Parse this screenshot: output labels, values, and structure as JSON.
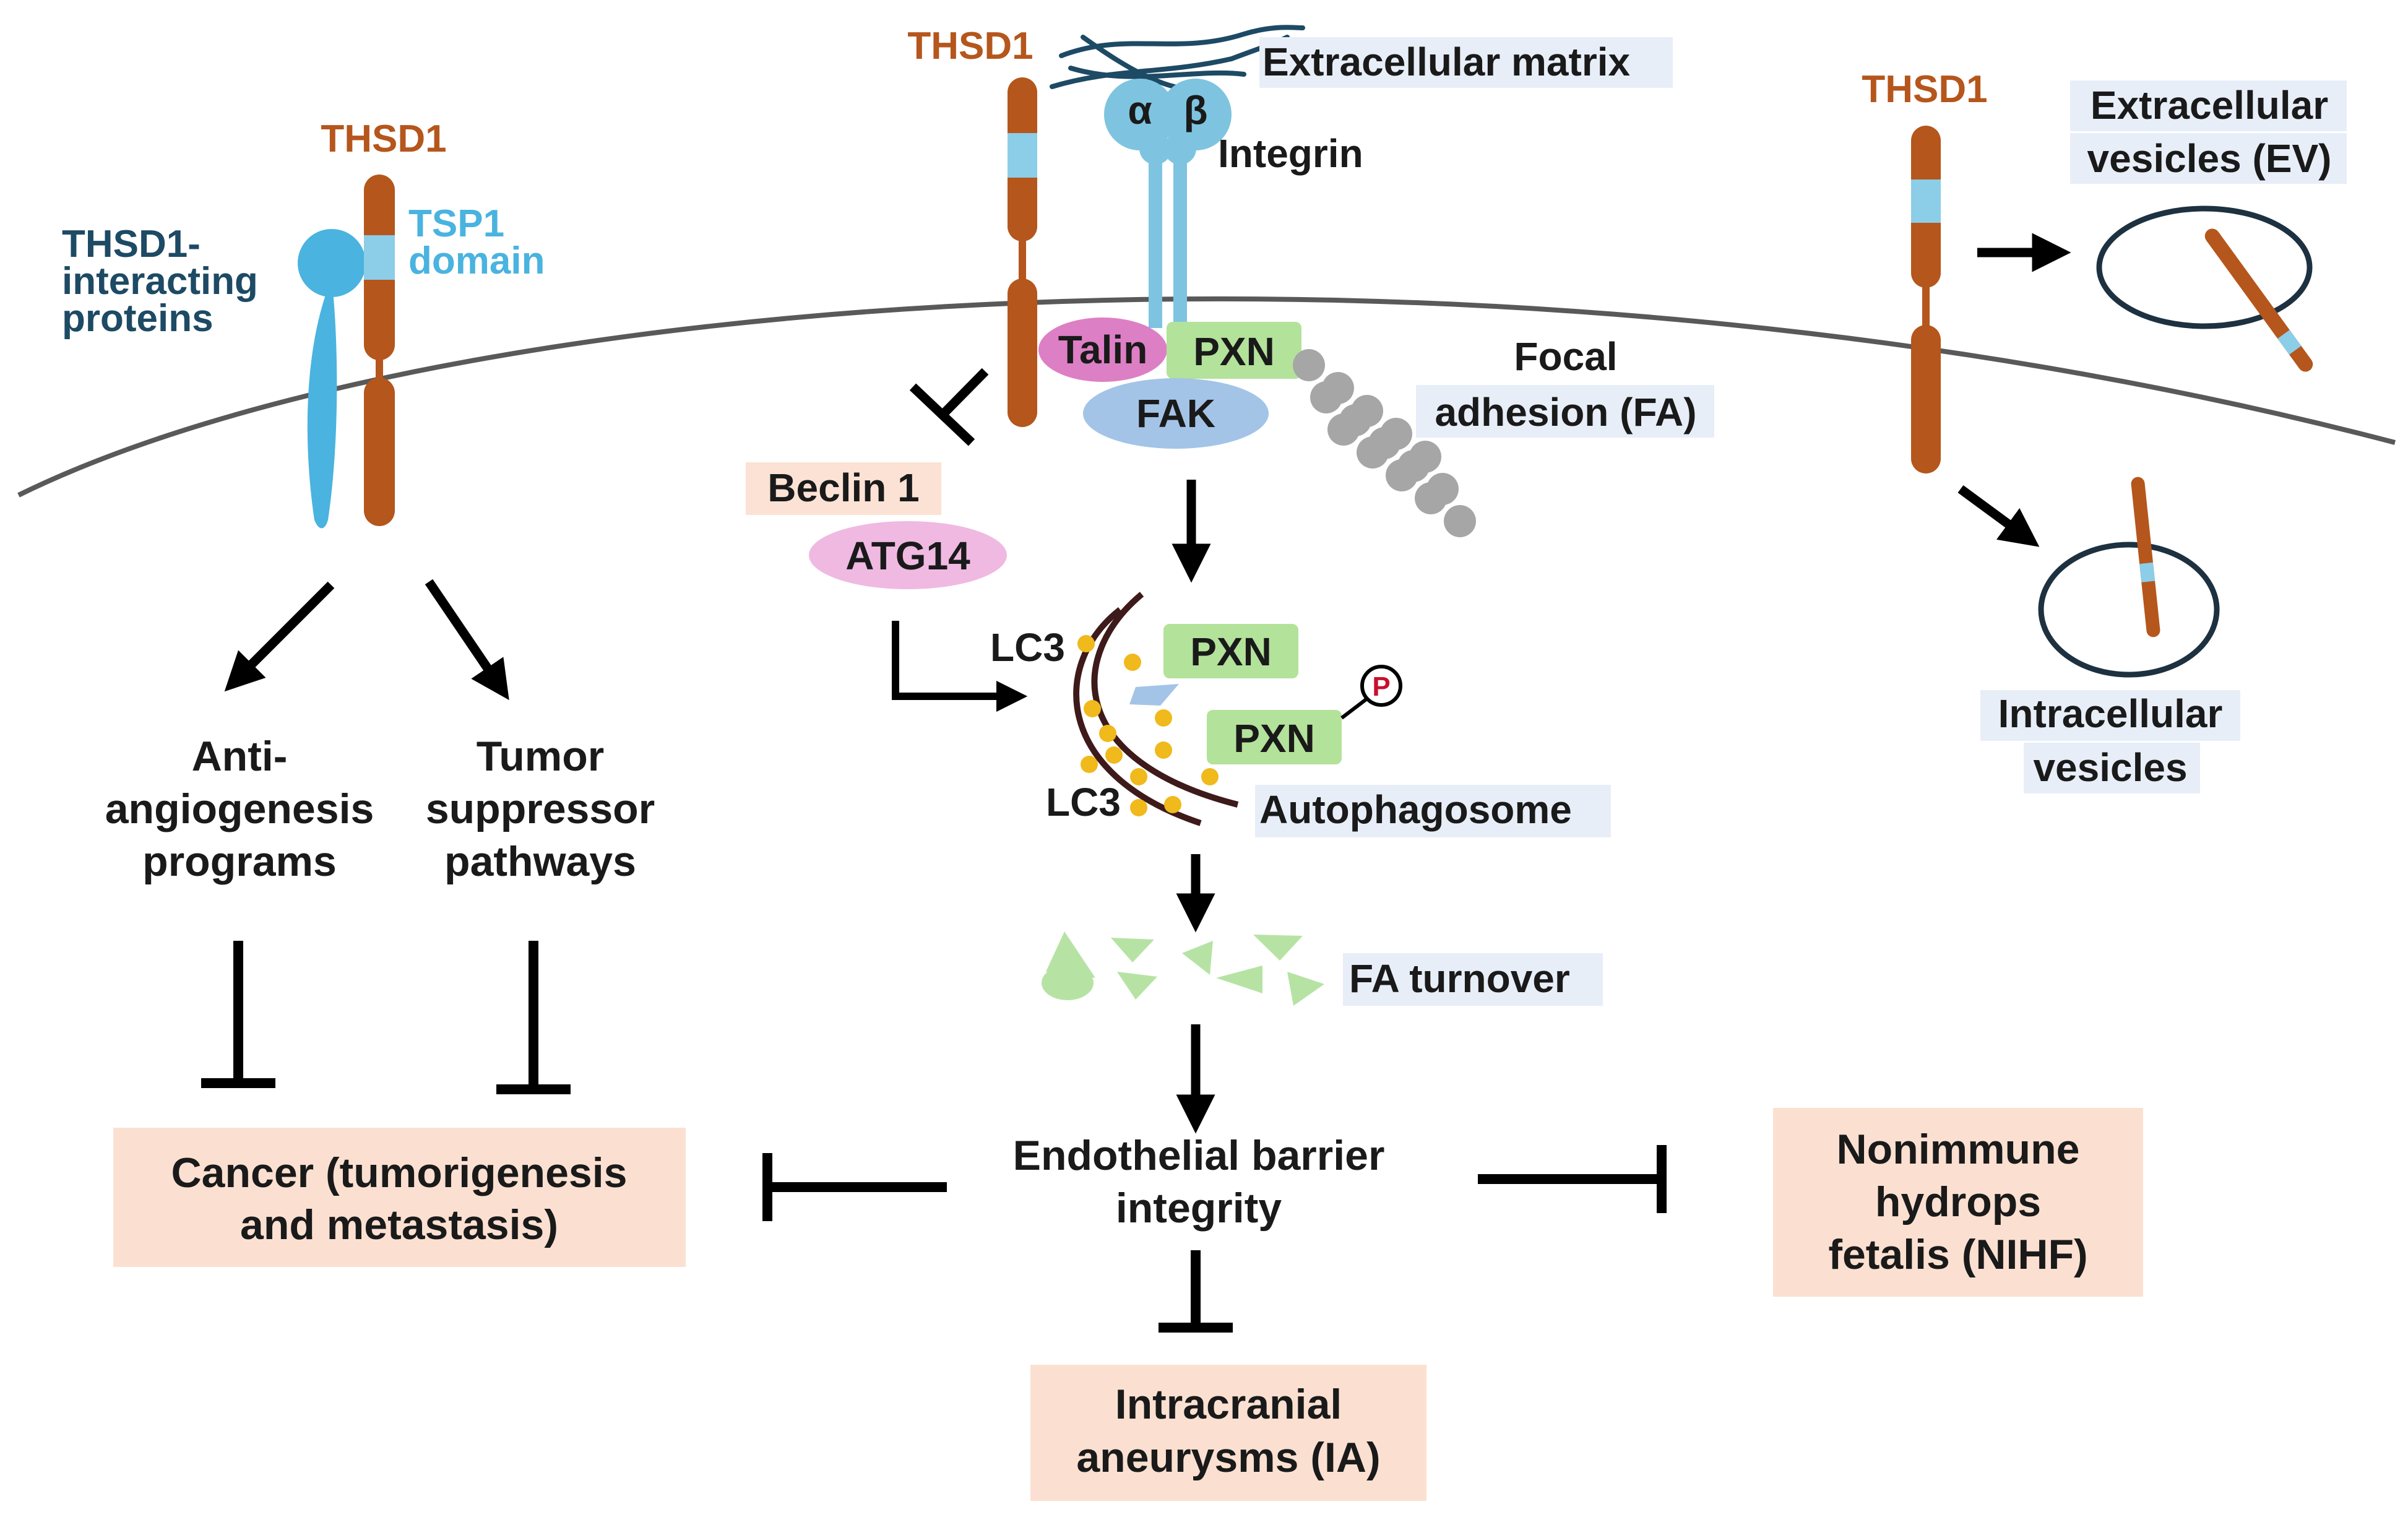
{
  "colors": {
    "receptor": "#b5561c",
    "tsp1": "#8ccde8",
    "interactor": "#4ab3df",
    "integrin": "#7ec4e0",
    "talin": "#dd7fc4",
    "pxn": "#b3e29a",
    "fak": "#a3c4e6",
    "label_bg_blue": "#e8eef8",
    "disease_box": "#fbe0d1",
    "beclin_bg": "#fbe2d4",
    "atg14": "#efb9e2",
    "lc3_dot": "#f0b91c",
    "membrane": "#595959",
    "autophagosome": "#3e1a1a",
    "fa_fragment": "#b6e3a4",
    "phospho": "#c8102e"
  },
  "icons": {
    "phospho": "phospho-icon",
    "focal_adhesion_chain": "gray-bead-chain-icon",
    "vesicle": "vesicle-icon"
  },
  "left": {
    "receptor_label": "THSD1",
    "interactor_label": [
      "THSD1-",
      "interacting",
      "proteins"
    ],
    "tsp1_label": [
      "TSP1",
      "domain"
    ],
    "outcome_left": [
      "Anti-",
      "angiogenesis",
      "programs"
    ],
    "outcome_right": [
      "Tumor",
      "suppressor",
      "pathways"
    ]
  },
  "center": {
    "receptor_label": "THSD1",
    "ecm_label": "Extracellular matrix",
    "integrin_label": "Integrin",
    "alpha": "α",
    "beta": "β",
    "talin": "Talin",
    "pxn": "PXN",
    "fak": "FAK",
    "focal_adhesion": [
      "Focal",
      "adhesion (FA)"
    ],
    "beclin": "Beclin 1",
    "atg14": "ATG14",
    "lc3_top": "LC3",
    "lc3_bottom": "LC3",
    "pxn_upper": "PXN",
    "pxn_lower": "PXN",
    "phospho": "P",
    "autophagosome": "Autophagosome",
    "fa_turnover": "FA turnover",
    "barrier": [
      "Endothelial barrier",
      "integrity"
    ]
  },
  "right": {
    "receptor_label": "THSD1",
    "ev_label": [
      "Extracellular",
      "vesicles (EV)"
    ],
    "iv_label": [
      "Intracellular",
      "vesicles"
    ]
  },
  "diseases": {
    "cancer": [
      "Cancer (tumorigenesis",
      "and metastasis)"
    ],
    "ia": [
      "Intracranial",
      "aneurysms (IA)"
    ],
    "nihf": [
      "Nonimmune",
      "hydrops",
      "fetalis (NIHF)"
    ]
  }
}
